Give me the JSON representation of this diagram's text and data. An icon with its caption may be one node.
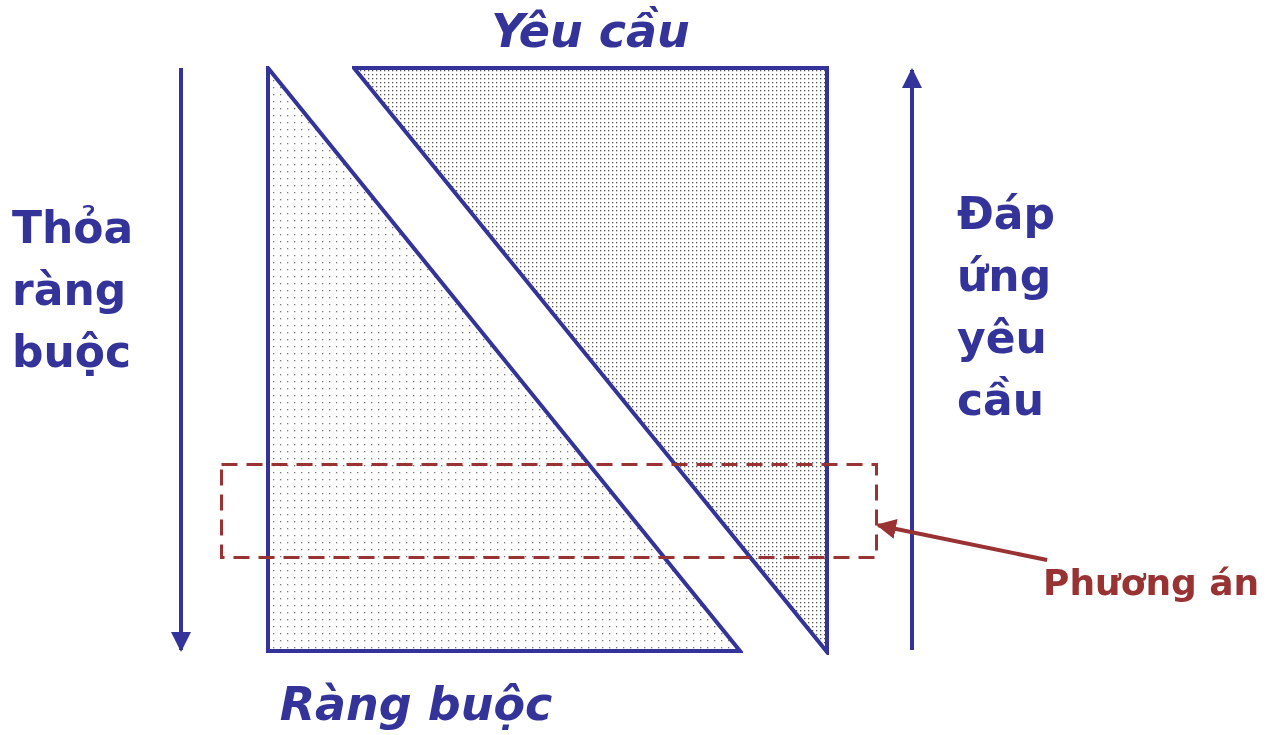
{
  "diagram": {
    "nodes": [
      {
        "text": [
          "Yêu cầu"
        ]
      },
      {
        "text": [
          "Ràng buộc"
        ]
      },
      {
        "text": [],
        "shape": "box"
      },
      {
        "text": [
          "Phương án"
        ]
      }
    ],
    "edges": [
      {
        "from": 3,
        "to": 2,
        "arrow": "to",
        "color": "#993333"
      }
    ],
    "labels": [
      "Thỏa ràng buộc",
      "Đáp ứng yêu cầu"
    ]
  }
}
